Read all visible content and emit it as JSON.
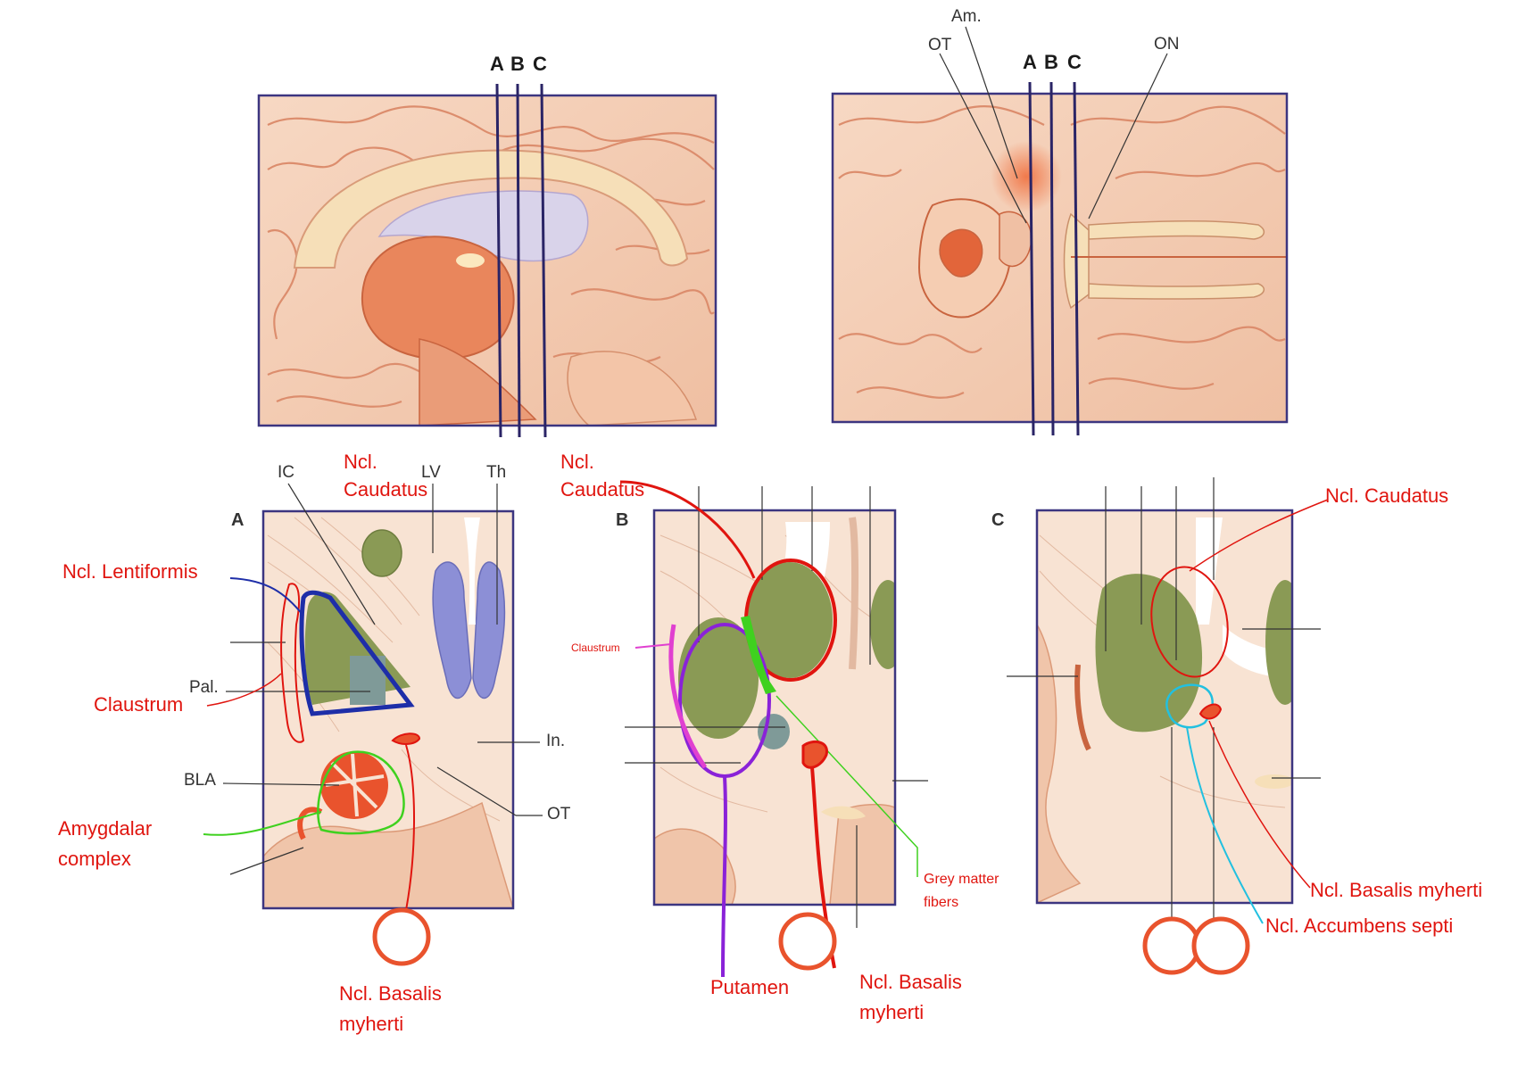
{
  "top_panels": {
    "sagittal": {
      "cut_labels": [
        "A",
        "B",
        "C"
      ]
    },
    "ventral": {
      "cut_labels": [
        "A",
        "B",
        "C"
      ],
      "labels": {
        "am": "Am.",
        "ot": "OT",
        "on": "ON"
      }
    }
  },
  "section_a": {
    "panel_letter": "A",
    "labels": {
      "ic": "IC",
      "lv": "LV",
      "th": "Th",
      "pal": "Pal.",
      "bla": "BLA",
      "in": "In.",
      "ot": "OT"
    },
    "annotations": {
      "caudatus_1": "Ncl.",
      "caudatus_2": "Caudatus",
      "lentiformis": "Ncl. Lentiformis",
      "claustrum": "Claustrum",
      "amygdalar_1": "Amygdalar",
      "amygdalar_2": "complex",
      "basalis_1": "Ncl. Basalis",
      "basalis_2": "myherti"
    }
  },
  "section_b": {
    "panel_letter": "B",
    "annotations": {
      "caudatus_1": "Ncl.",
      "caudatus_2": "Caudatus",
      "claustrum": "Claustrum",
      "grey_1": "Grey matter",
      "grey_2": "fibers",
      "putamen": "Putamen",
      "basalis_1": "Ncl. Basalis",
      "basalis_2": "myherti"
    }
  },
  "section_c": {
    "panel_letter": "C",
    "annotations": {
      "caudatus": "Ncl. Caudatus",
      "basalis": "Ncl. Basalis myherti",
      "accumbens": "Ncl. Accumbens septi"
    }
  },
  "colors": {
    "frame": "#3c3580",
    "annotation_red": "#e0150f",
    "lentiformis_blue": "#1e2ea8",
    "amygdala_green": "#3fd11f",
    "putamen_purple": "#8a22d8",
    "claustrum_pink": "#e040d0",
    "accumbens_cyan": "#22c0e0",
    "tissue_green": "#8a9a55",
    "ventricle_blue": "#8c8fd6"
  }
}
